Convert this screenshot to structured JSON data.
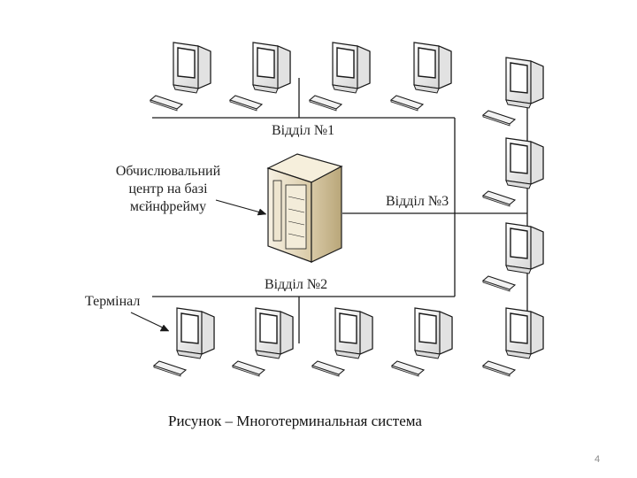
{
  "labels": {
    "dept1": "Відділ №1",
    "dept2": "Відділ №2",
    "dept3": "Відділ №3",
    "mainframe_line1": "Обчислювальний",
    "mainframe_line2": "центр на базі",
    "mainframe_line3": "мєйнфрейму",
    "terminal": "Термінал"
  },
  "caption": "Рисунок  – Многотерминальная система",
  "page_number": "4",
  "colors": {
    "line": "#1a1a1a",
    "monitor_body": "#f4f4f4",
    "monitor_screen": "#ffffff",
    "server_body": "#ede4cf",
    "server_side": "#cfc2a4"
  }
}
